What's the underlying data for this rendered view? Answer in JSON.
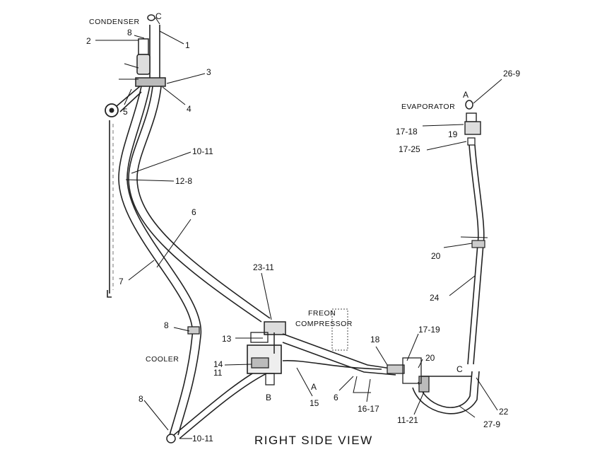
{
  "components": {
    "condenser": "CONDENSER",
    "evaporator": "EVAPORATOR",
    "freon_compressor_line1": "FREON",
    "freon_compressor_line2": "COMPRESSOR",
    "cooler": "COOLER"
  },
  "caption": "RIGHT SIDE VIEW",
  "callouts": {
    "c_top": "C",
    "n8_top": "8",
    "n1": "1",
    "n2": "2",
    "n3": "3",
    "n4": "4",
    "n5": "5",
    "n10_11_top": "10-11",
    "n12_8": "12-8",
    "n6_left": "6",
    "n7": "7",
    "n8_mid": "8",
    "n8_bot": "8",
    "n10_11_bot": "10-11",
    "n13": "13",
    "n14": "14",
    "n11": "11",
    "b": "B",
    "a_bot": "A",
    "n15": "15",
    "n6_bot": "6",
    "n16_17": "16-17",
    "n18": "18",
    "n23_11": "23-11",
    "n17_19": "17-19",
    "n20_bot": "20",
    "c_bot": "C",
    "n11_21": "11-21",
    "n22": "22",
    "n27_9": "27-9",
    "a_top": "A",
    "n26_9": "26-9",
    "n17_18": "17-18",
    "n19": "19",
    "n17_25": "17-25",
    "n20_mid": "20",
    "n24": "24"
  },
  "colors": {
    "ink": "#111111",
    "paper": "#ffffff"
  }
}
